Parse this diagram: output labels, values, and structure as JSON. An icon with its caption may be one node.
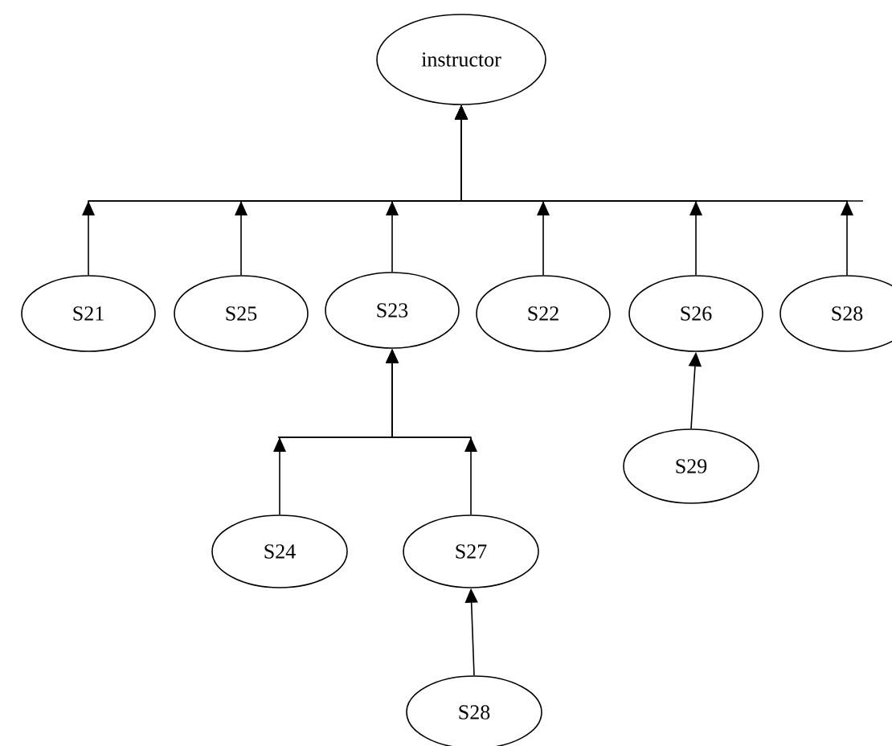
{
  "diagram": {
    "nodes": [
      {
        "text": [
          "instructor"
        ]
      },
      {
        "text": [
          "S21"
        ]
      },
      {
        "text": [
          "S25"
        ]
      },
      {
        "text": [
          "S23"
        ]
      },
      {
        "text": [
          "S22"
        ]
      },
      {
        "text": [
          "S26"
        ]
      },
      {
        "text": [
          "S28"
        ]
      },
      {
        "text": [
          "S29"
        ]
      },
      {
        "text": [
          "S24"
        ]
      },
      {
        "text": [
          "S27"
        ]
      },
      {
        "text": [
          "S28"
        ]
      }
    ],
    "edges": [
      {
        "from": 1,
        "to": 0,
        "arrow": "to"
      },
      {
        "from": 2,
        "to": 0,
        "arrow": "to"
      },
      {
        "from": 3,
        "to": 0,
        "arrow": "to"
      },
      {
        "from": 4,
        "to": 0,
        "arrow": "to"
      },
      {
        "from": 5,
        "to": 0,
        "arrow": "to"
      },
      {
        "from": 6,
        "to": 0,
        "arrow": "to"
      },
      {
        "from": 7,
        "to": 5,
        "arrow": "to"
      },
      {
        "from": 8,
        "to": 3,
        "arrow": "to"
      },
      {
        "from": 9,
        "to": 3,
        "arrow": "to"
      },
      {
        "from": 10,
        "to": 9,
        "arrow": "to"
      }
    ]
  }
}
